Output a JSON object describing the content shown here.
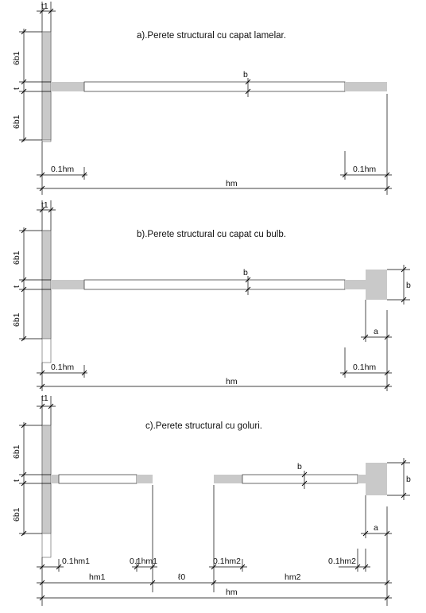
{
  "panels": [
    {
      "title": "a).Perete structural cu capat lamelar.",
      "labels": {
        "t1": "t1",
        "six_b1_top": "6b1",
        "t": "t",
        "six_b1_bottom": "6b1",
        "b": "b",
        "left_end": "0.1hm",
        "right_end": "0.1hm",
        "total": "hm"
      }
    },
    {
      "title": "b).Perete structural cu capat cu bulb.",
      "labels": {
        "t1": "t1",
        "six_b1_top": "6b1",
        "t": "t",
        "six_b1_bottom": "6b1",
        "b": "b",
        "bulb_b": "b",
        "a": "a",
        "left_end": "0.1hm",
        "right_end": "0.1hm",
        "total": "hm"
      }
    },
    {
      "title": "c).Perete structural cu goluri.",
      "labels": {
        "t1": "t1",
        "six_b1_top": "6b1",
        "t": "t",
        "six_b1_bottom": "6b1",
        "b": "b",
        "bulb_b": "b",
        "a": "a",
        "end1": "0.1hm1",
        "end2": "0.1hm1",
        "end3": "0.1hm2",
        "end4": "0.1hm2",
        "hm1": "hm1",
        "l0": "ℓ0",
        "hm2": "hm2",
        "total": "hm"
      }
    }
  ]
}
